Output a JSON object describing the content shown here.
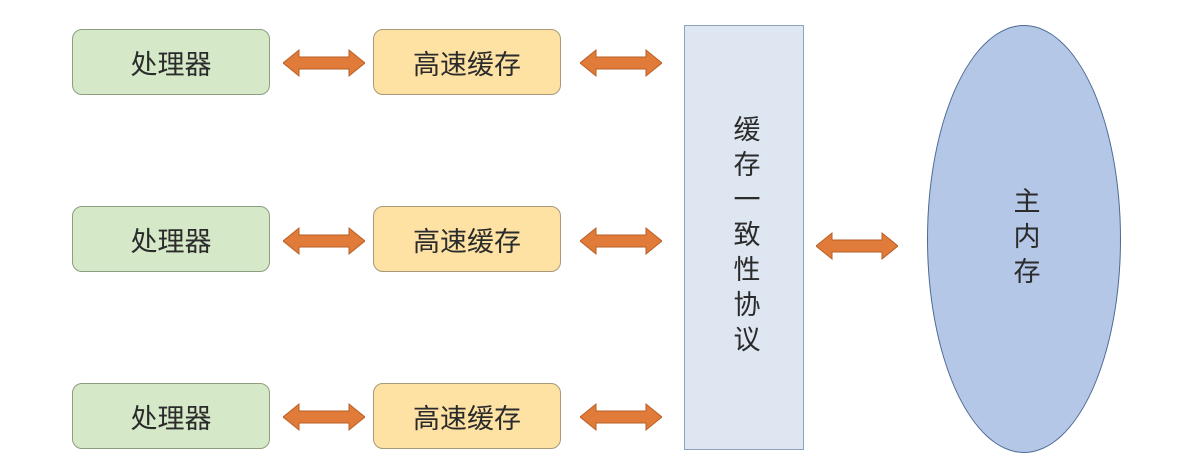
{
  "colors": {
    "processor_fill": "#d5e8c7",
    "cache_fill": "#fde2a4",
    "protocol_fill": "#dde6f1",
    "memory_fill": "#b4c7e7",
    "arrow": "#e07b39"
  },
  "rows": [
    {
      "processor": "处理器",
      "cache": "高速缓存"
    },
    {
      "processor": "处理器",
      "cache": "高速缓存"
    },
    {
      "processor": "处理器",
      "cache": "高速缓存"
    }
  ],
  "protocol": {
    "label": "缓存一致性协议"
  },
  "memory": {
    "label": "主内存"
  }
}
